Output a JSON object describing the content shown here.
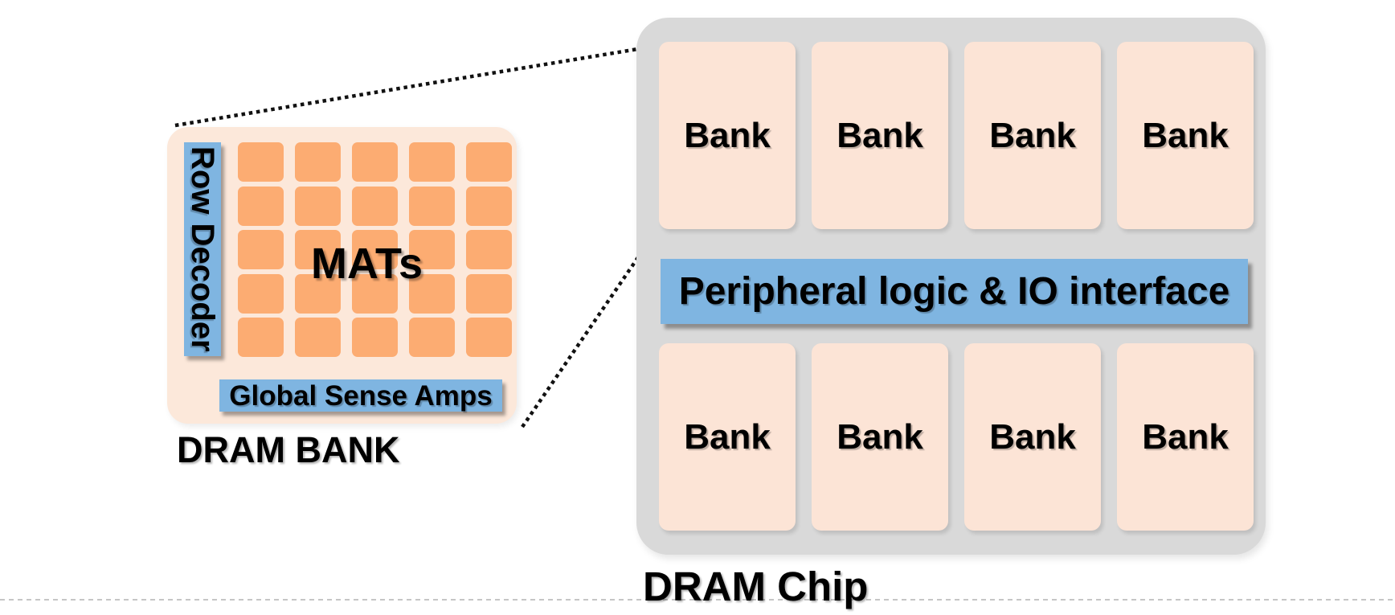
{
  "bank_diagram": {
    "caption": "DRAM BANK",
    "row_decoder_label": "Row Decoder",
    "mats_label": "MATs",
    "global_sense_amps_label": "Global Sense Amps",
    "mat_grid": {
      "rows": 5,
      "cols": 5
    }
  },
  "chip_diagram": {
    "caption": "DRAM Chip",
    "peripheral_label": "Peripheral logic & IO interface",
    "bank_label": "Bank",
    "top_row_bank_count": 4,
    "bottom_row_bank_count": 4
  },
  "colors": {
    "background": "#ffffff",
    "bank_box_fill": "#fce8da",
    "bank_cell_fill": "#fce4d6",
    "mat_fill": "#fcac72",
    "blue_bar_fill": "#7fb5e1",
    "chip_fill": "#d9d9d9",
    "connector_dots": "#111111",
    "boundary_dash": "#b4b4b4",
    "text": "#000000"
  }
}
